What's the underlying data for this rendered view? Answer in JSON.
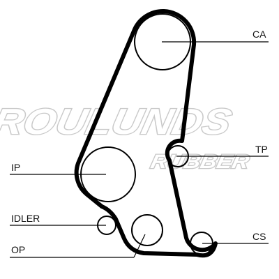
{
  "watermark": {
    "brand": "ROULUNDS",
    "sub": "RUBBER",
    "color": "#c9c9c9"
  },
  "labels": {
    "ca": "CA",
    "tp": "TP",
    "ip": "IP",
    "idler": "IDLER",
    "op": "OP",
    "cs": "CS"
  },
  "colors": {
    "belt": "#000000",
    "pulley_stroke": "#000000",
    "leader": "#000000"
  }
}
